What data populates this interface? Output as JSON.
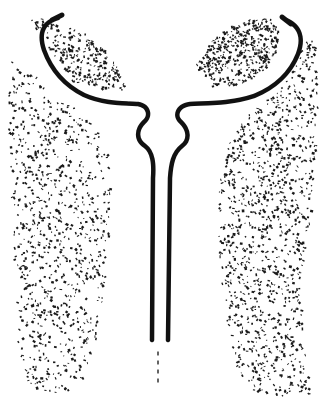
{
  "figure": {
    "background": "#ffffff",
    "ink_color": "#111111",
    "speckle_color": "#1a1a1a",
    "regions": [
      {
        "id": "left-upper-stipple-mass"
      },
      {
        "id": "left-lower-stipple-mass"
      },
      {
        "id": "right-upper-stipple-mass"
      },
      {
        "id": "right-lower-stipple-mass"
      }
    ]
  }
}
